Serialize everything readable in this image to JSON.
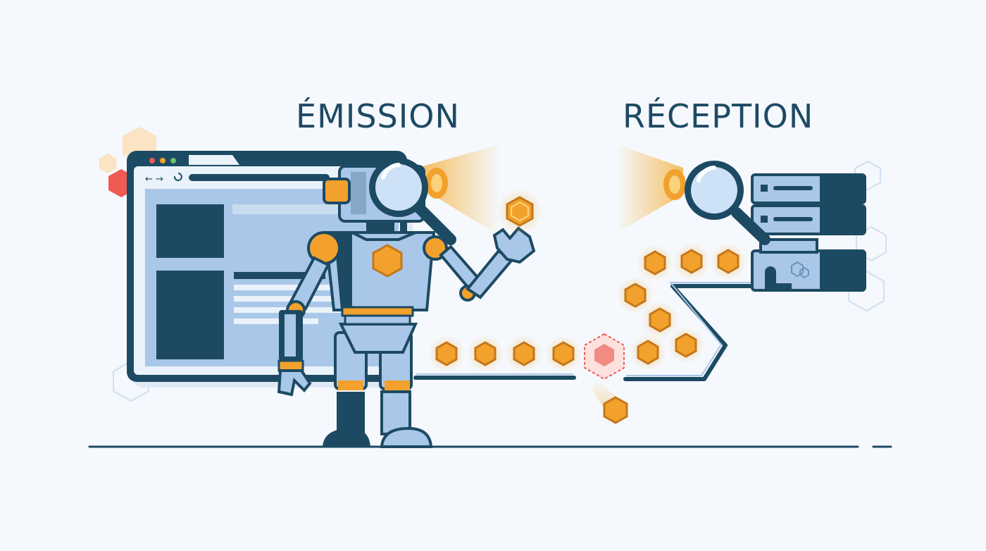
{
  "labels": {
    "emission": "ÉMISSION",
    "reception": "RÉCEPTION"
  },
  "colors": {
    "background": "#f5f8fc",
    "navy": "#1d4a63",
    "light_blue": "#a9c7e8",
    "orange": "#f2a12c",
    "red": "#f05a52",
    "ground": "#1d4a63"
  },
  "icons": {
    "browser": "browser-window-icon",
    "robot": "robot-inspector",
    "magnifier": "magnifying-glass-icon",
    "server": "server-stack-icon",
    "token": "hexagon-token-icon",
    "rejected_token": "rejected-hexagon-token"
  }
}
